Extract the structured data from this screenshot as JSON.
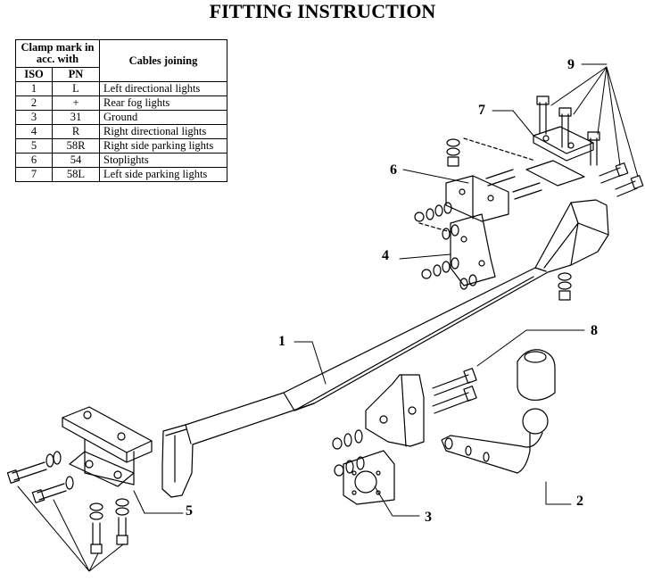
{
  "title": "FITTING INSTRUCTION",
  "table": {
    "header_clamp": "Clamp mark in acc. with",
    "header_cables": "Cables joining",
    "col_iso": "ISO",
    "col_pn": "PN",
    "rows": [
      {
        "iso": "1",
        "pn": "L",
        "desc": "Left directional lights"
      },
      {
        "iso": "2",
        "pn": "+",
        "desc": "Rear fog lights"
      },
      {
        "iso": "3",
        "pn": "31",
        "desc": "Ground"
      },
      {
        "iso": "4",
        "pn": "R",
        "desc": "Right directional lights"
      },
      {
        "iso": "5",
        "pn": "58R",
        "desc": "Right side parking lights"
      },
      {
        "iso": "6",
        "pn": "54",
        "desc": "Stoplights"
      },
      {
        "iso": "7",
        "pn": "58L",
        "desc": "Left side parking lights"
      }
    ]
  },
  "callouts": {
    "c1": "1",
    "c2": "2",
    "c3": "3",
    "c4": "4",
    "c5": "5",
    "c6": "6",
    "c7": "7",
    "c8": "8",
    "c9": "9"
  }
}
